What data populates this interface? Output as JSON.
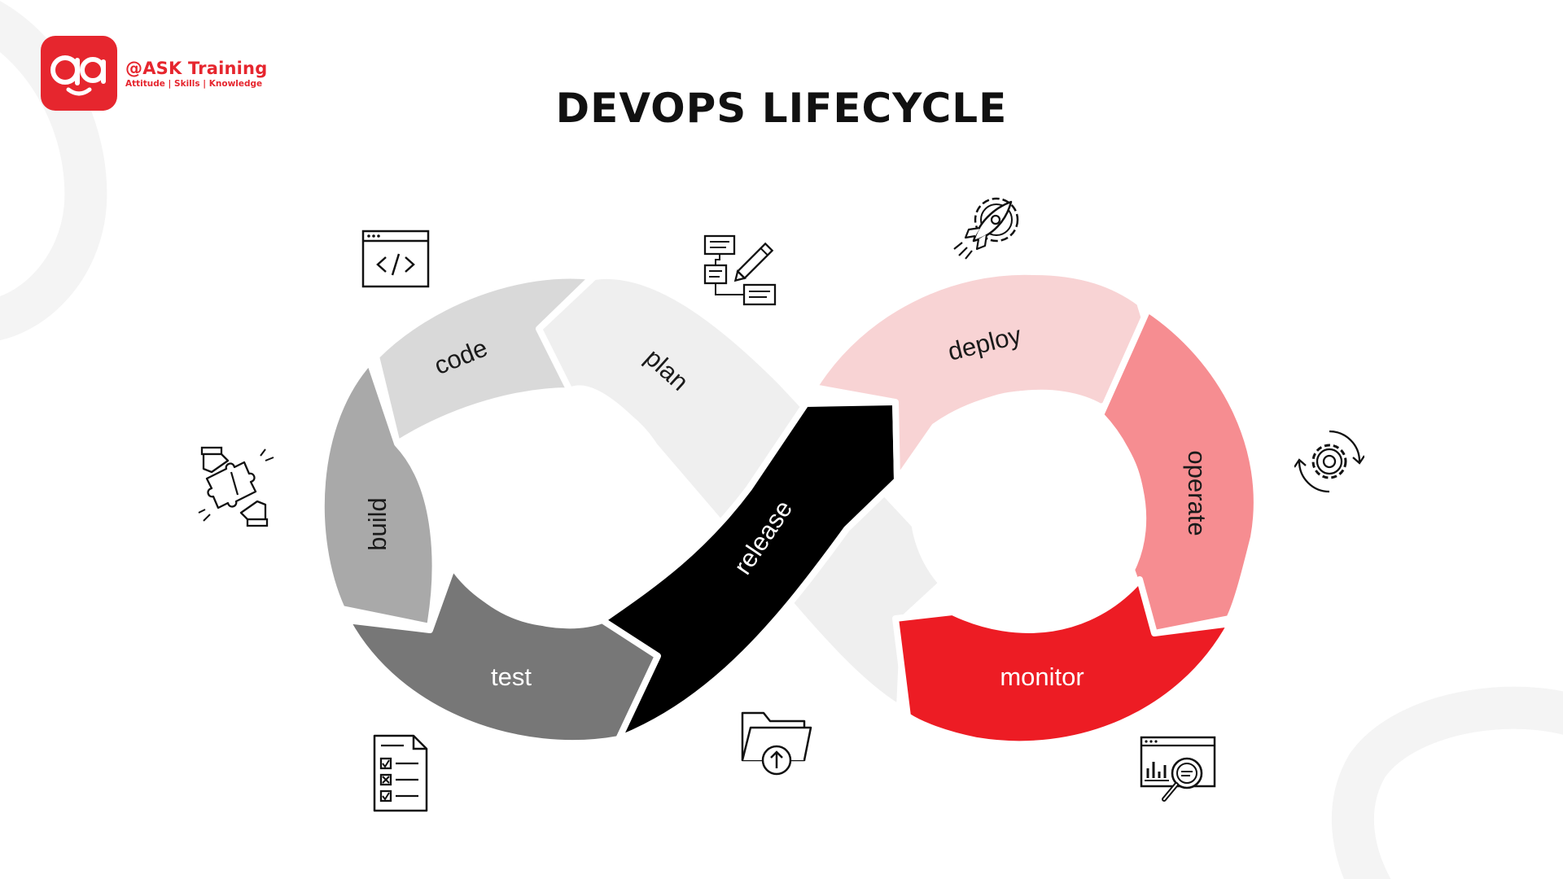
{
  "brand": {
    "name": "@ASK Training",
    "tagline": "Attitude | Skills | Knowledge",
    "color": "#e6262e"
  },
  "title": "DEVOPS LIFECYCLE",
  "stages": {
    "plan": {
      "label": "plan",
      "icon": "planning-flowchart-icon",
      "color": "#efefef",
      "text_color": "#1a1a1a"
    },
    "code": {
      "label": "code",
      "icon": "code-window-icon",
      "color": "#d9d9d9",
      "text_color": "#1a1a1a"
    },
    "build": {
      "label": "build",
      "icon": "puzzle-hands-icon",
      "color": "#a9a9a9",
      "text_color": "#1a1a1a"
    },
    "test": {
      "label": "test",
      "icon": "checklist-document-icon",
      "color": "#777777",
      "text_color": "#ffffff"
    },
    "release": {
      "label": "release",
      "icon": "folder-upload-icon",
      "color": "#000000",
      "text_color": "#ffffff"
    },
    "deploy": {
      "label": "deploy",
      "icon": "rocket-gear-icon",
      "color": "#f8d3d4",
      "text_color": "#1a1a1a"
    },
    "operate": {
      "label": "operate",
      "icon": "gear-cycle-icon",
      "color": "#f68d91",
      "text_color": "#1a1a1a"
    },
    "monitor": {
      "label": "monitor",
      "icon": "analytics-search-icon",
      "color": "#ed1c24",
      "text_color": "#ffffff"
    }
  }
}
